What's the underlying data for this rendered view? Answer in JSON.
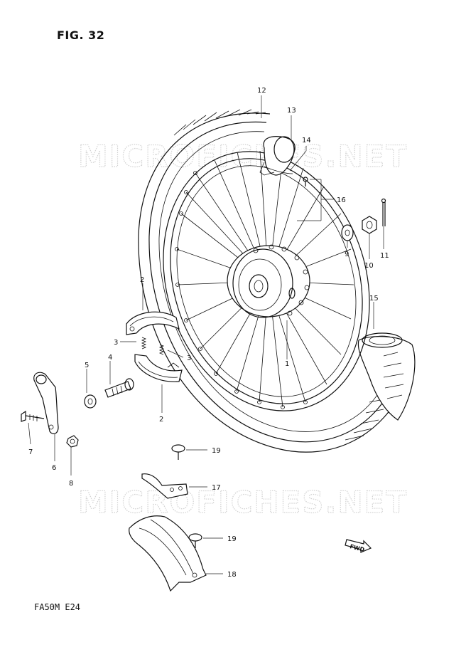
{
  "title": "FIG. 32",
  "model_code": "FA50M  E24",
  "watermark": "MICROFICHES.NET",
  "fwd_label": "FWD",
  "callouts": {
    "c1": "1",
    "c2a": "2",
    "c2b": "2",
    "c3a": "3",
    "c3b": "3",
    "c4": "4",
    "c5": "5",
    "c6": "6",
    "c7": "7",
    "c8": "8",
    "c9": "9",
    "c10": "10",
    "c11": "11",
    "c12": "12",
    "c13": "13",
    "c14": "14",
    "c15": "15",
    "c16": "16",
    "c17": "17",
    "c18": "18",
    "c19a": "19",
    "c19b": "19"
  }
}
